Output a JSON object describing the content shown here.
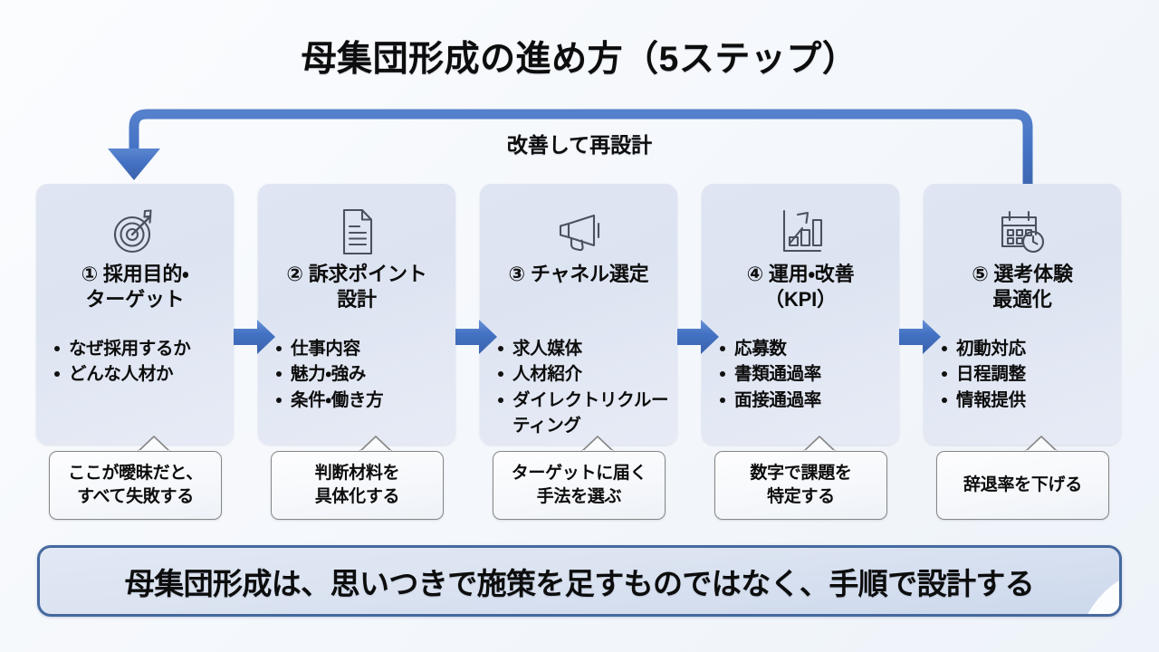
{
  "title": "母集団形成の進め方（5ステップ）",
  "loop": {
    "label": "改善して再設計",
    "color": "#4472C4",
    "name": "feedback-loop-arrow"
  },
  "colors": {
    "page_background": "#F7F9FC",
    "card_background": "#DDE4F1",
    "arrow_blue": "#4472C4",
    "banner_border": "#45699F",
    "banner_fill": "#DBE3F1",
    "text": "#0D0D0D",
    "callout_border": "#868686"
  },
  "steps": [
    {
      "number": "①",
      "icon": "target-icon",
      "title": "① 採用目的・\nターゲット",
      "title_lines": [
        "① 採用目的・",
        "ターゲット"
      ],
      "bullets": [
        "なぜ採用するか",
        "どんな人材か"
      ],
      "callout": "ここが曖昧だと、\nすべて失敗する",
      "callout_lines": [
        "ここが曖昧だと、",
        "すべて失敗する"
      ]
    },
    {
      "number": "②",
      "icon": "document-icon",
      "title": "② 訴求ポイント\n設計",
      "title_lines": [
        "② 訴求ポイント",
        "設計"
      ],
      "bullets": [
        "仕事内容",
        "魅力・強み",
        "条件・働き方"
      ],
      "callout": "判断材料を\n具体化する",
      "callout_lines": [
        "判断材料を",
        "具体化する"
      ]
    },
    {
      "number": "③",
      "icon": "megaphone-icon",
      "title": "③ チャネル選定",
      "title_lines": [
        "③ チャネル選定"
      ],
      "bullets": [
        "求人媒体",
        "人材紹介",
        "ダイレクトリクルーティング"
      ],
      "callout": "ターゲットに届く\n手法を選ぶ",
      "callout_lines": [
        "ターゲットに届く",
        "手法を選ぶ"
      ]
    },
    {
      "number": "④",
      "icon": "bar-chart-icon",
      "title": "④ 運用・改善\n（KPI）",
      "title_lines": [
        "④ 運用・改善",
        "（KPI）"
      ],
      "bullets": [
        "応募数",
        "書類通過率",
        "面接通過率"
      ],
      "callout": "数字で課題を\n特定する",
      "callout_lines": [
        "数字で課題を",
        "特定する"
      ]
    },
    {
      "number": "⑤",
      "icon": "calendar-clock-icon",
      "title": "⑤ 選考体験\n最適化",
      "title_lines": [
        "⑤ 選考体験",
        "最適化"
      ],
      "bullets": [
        "初動対応",
        "日程調整",
        "情報提供"
      ],
      "callout": "辞退率を下げる",
      "callout_lines": [
        "辞退率を下げる"
      ]
    }
  ],
  "banner": {
    "text": "母集団形成は、思いつきで施策を足すものではなく、手順で設計する"
  }
}
